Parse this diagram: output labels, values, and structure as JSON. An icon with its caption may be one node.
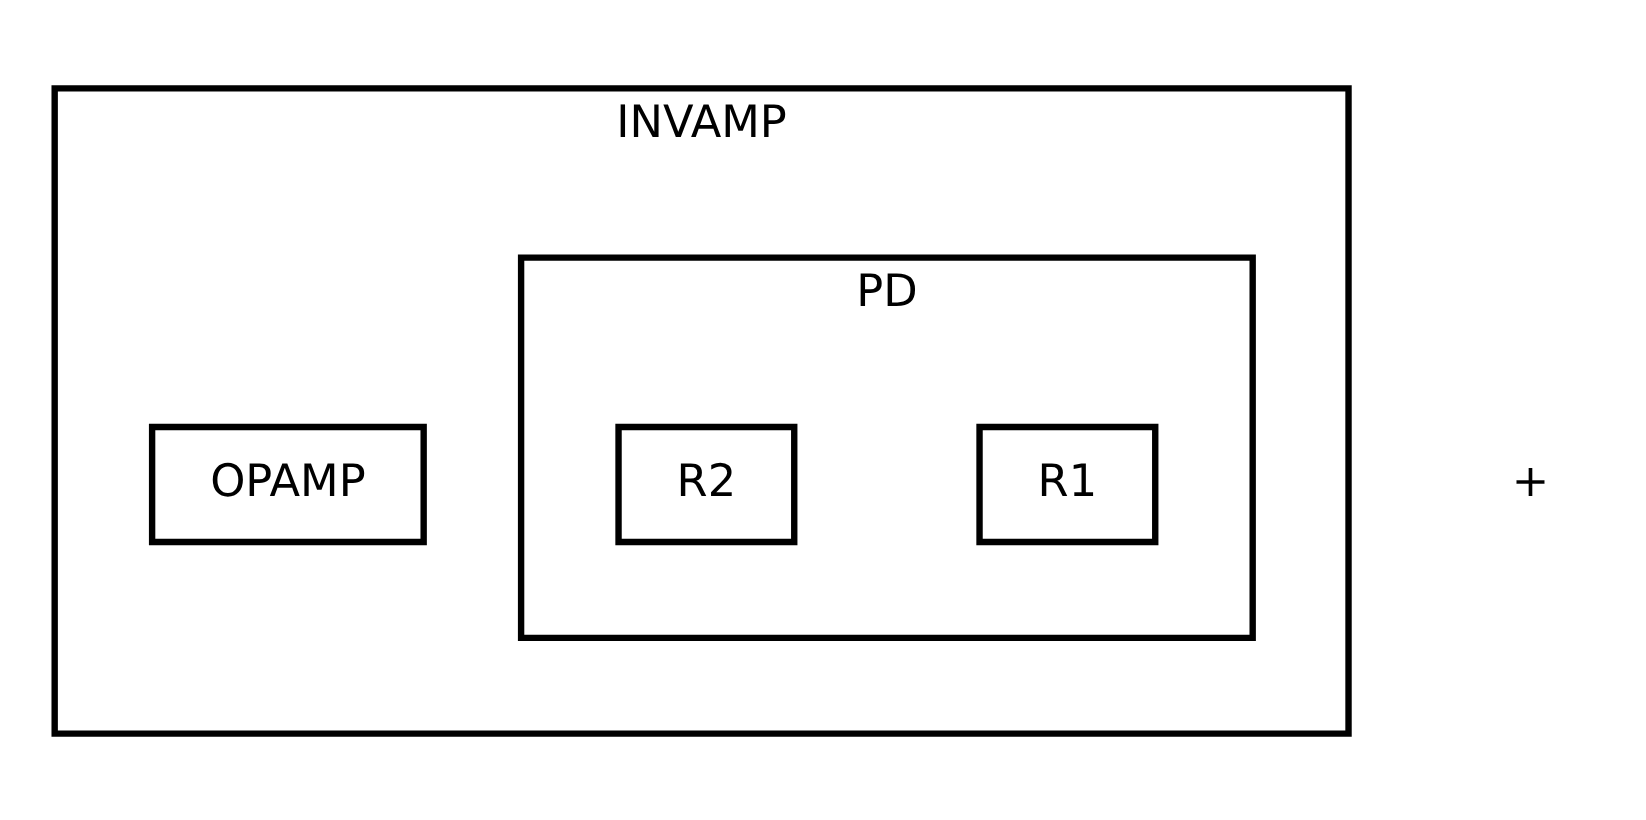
{
  "diagram": {
    "nodes": [
      {
        "text": [
          "INVAMP"
        ]
      },
      {
        "text": [
          "PD"
        ],
        "in": 0
      },
      {
        "text": [
          "R1"
        ],
        "in": 1
      },
      {
        "text": [
          "R2"
        ],
        "in": 1
      },
      {
        "text": [
          "OPAMP"
        ],
        "in": 0
      }
    ],
    "edges": [],
    "labels": [
      "+"
    ]
  }
}
